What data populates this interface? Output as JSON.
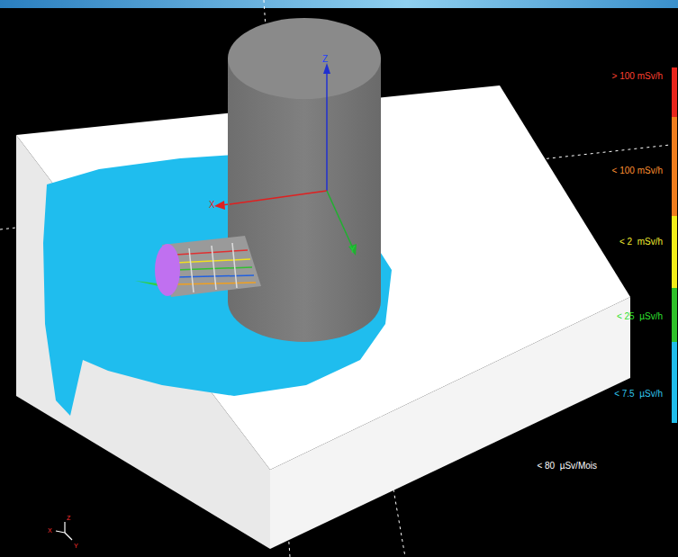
{
  "diagram": {
    "labels": [
      "Z",
      "X",
      "Y",
      "Z",
      "X",
      "Y"
    ],
    "legend": [
      {
        "text": "> 100 mSv/h",
        "color": "#e8261c"
      },
      {
        "text": "< 100 mSv/h",
        "color": "#f07e1e"
      },
      {
        "text": "< 2  mSv/h",
        "color": "#f2ee1a"
      },
      {
        "text": "< 25  µSv/h",
        "color": "#2fc22a"
      },
      {
        "text": "< 7.5  µSv/h",
        "color": "#20bdea"
      },
      {
        "text": "< 80  µSv/Mois"
      }
    ]
  }
}
